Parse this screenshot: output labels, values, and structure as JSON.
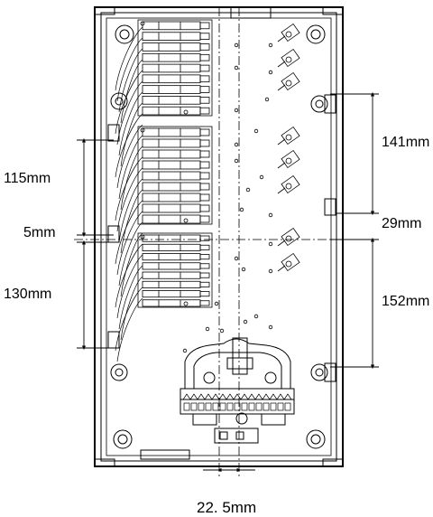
{
  "dimensions": {
    "left_top": "115mm",
    "left_gap": "5mm",
    "left_bottom": "130mm",
    "right_top": "141mm",
    "right_gap": "29mm",
    "right_bottom": "152mm",
    "bottom_width": "22. 5mm"
  },
  "colors": {
    "line": "#000000",
    "background": "#ffffff"
  }
}
